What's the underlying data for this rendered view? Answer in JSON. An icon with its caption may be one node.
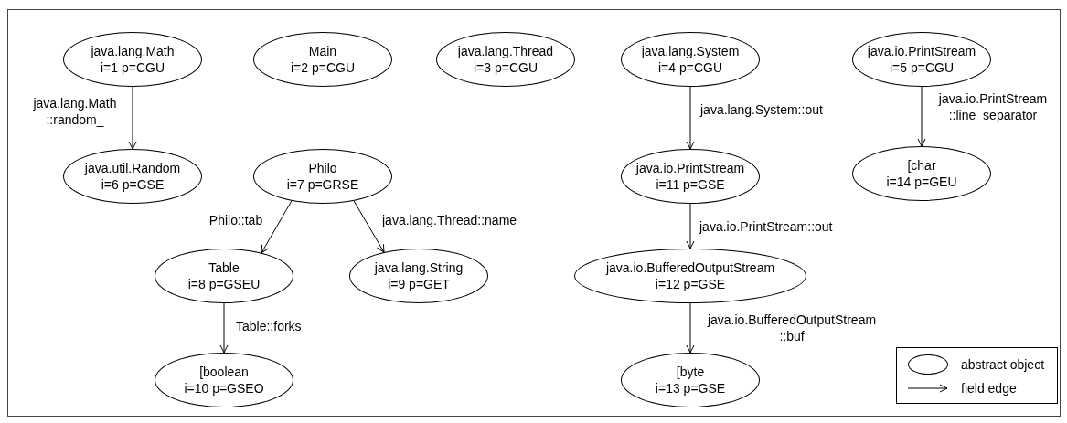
{
  "diagram": {
    "nodes": [
      {
        "text": [
          "java.lang.Math",
          "i=1 p=CGU"
        ]
      },
      {
        "text": [
          "Main",
          "i=2 p=CGU"
        ]
      },
      {
        "text": [
          "java.lang.Thread",
          "i=3 p=CGU"
        ]
      },
      {
        "text": [
          "java.lang.System",
          "i=4 p=CGU"
        ]
      },
      {
        "text": [
          "java.io.PrintStream",
          "i=5 p=CGU"
        ]
      },
      {
        "text": [
          "java.util.Random",
          "i=6 p=GSE"
        ]
      },
      {
        "text": [
          "Philo",
          "i=7 p=GRSE"
        ]
      },
      {
        "text": [
          "Table",
          "i=8 p=GSEU"
        ]
      },
      {
        "text": [
          "java.lang.String",
          "i=9 p=GET"
        ]
      },
      {
        "text": [
          "[boolean",
          "i=10 p=GSEO"
        ]
      },
      {
        "text": [
          "java.io.PrintStream",
          "i=11 p=GSE"
        ]
      },
      {
        "text": [
          "java.io.BufferedOutputStream",
          "i=12 p=GSE"
        ]
      },
      {
        "text": [
          "[byte",
          "i=13 p=GSE"
        ]
      },
      {
        "text": [
          "[char",
          "i=14 p=GEU"
        ]
      }
    ],
    "edges": [
      {
        "from": 0,
        "to": 5,
        "arrow": "to",
        "label": "java.lang.Math ::random_"
      },
      {
        "from": 6,
        "to": 7,
        "arrow": "to",
        "label": "Philo::tab"
      },
      {
        "from": 6,
        "to": 8,
        "arrow": "to",
        "label": "java.lang.Thread::name"
      },
      {
        "from": 7,
        "to": 9,
        "arrow": "to",
        "label": "Table::forks"
      },
      {
        "from": 3,
        "to": 10,
        "arrow": "to",
        "label": "java.lang.System::out"
      },
      {
        "from": 10,
        "to": 11,
        "arrow": "to",
        "label": "java.io.PrintStream::out"
      },
      {
        "from": 11,
        "to": 12,
        "arrow": "to",
        "label": "java.io.BufferedOutputStream ::buf"
      },
      {
        "from": 4,
        "to": 13,
        "arrow": "to",
        "label": "java.io.PrintStream ::line_separator"
      }
    ],
    "legend": [
      {
        "text": "abstract object"
      },
      {
        "text": "field edge"
      }
    ]
  }
}
